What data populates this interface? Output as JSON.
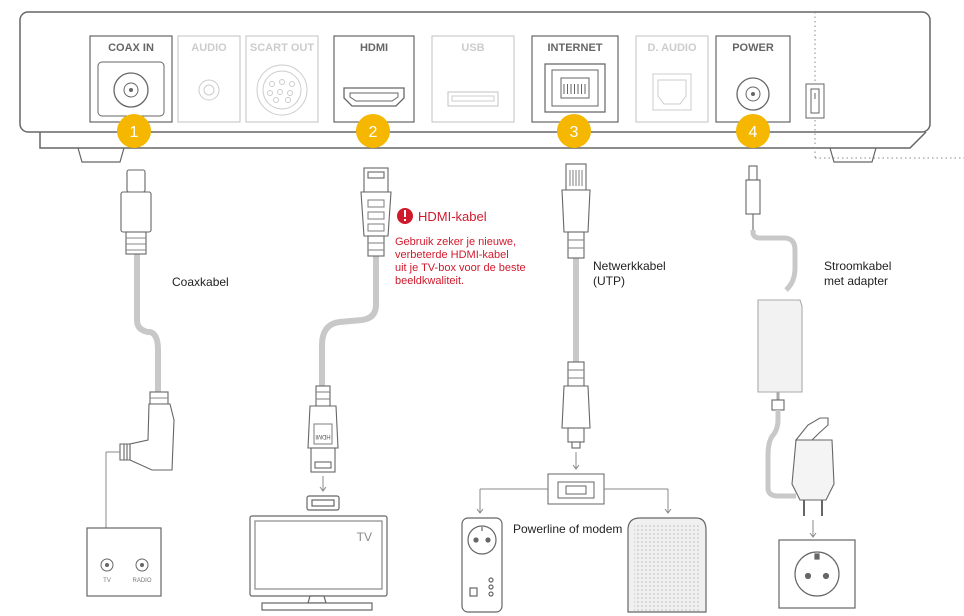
{
  "ports": [
    {
      "label": "COAX IN",
      "active": true
    },
    {
      "label": "AUDIO",
      "active": false
    },
    {
      "label": "SCART OUT",
      "active": false
    },
    {
      "label": "HDMI",
      "active": true
    },
    {
      "label": "USB",
      "active": false
    },
    {
      "label": "INTERNET",
      "active": true
    },
    {
      "label": "D. AUDIO",
      "active": false
    },
    {
      "label": "POWER",
      "active": true
    }
  ],
  "steps": [
    "1",
    "2",
    "3",
    "4"
  ],
  "cables": {
    "coax": "Coaxkabel",
    "network_line1": "Netwerkkabel",
    "network_line2": "(UTP)",
    "power_line1": "Stroomkabel",
    "power_line2": "met adapter"
  },
  "warning": {
    "title": "HDMI-kabel",
    "line1": "Gebruik zeker je nieuwe,",
    "line2": "verbeterde HDMI-kabel",
    "line3": "uit je TV-box voor de beste",
    "line4": "beeldkwaliteit."
  },
  "connector_labels": {
    "hdmi_plug": "HDMI",
    "wall_tv": "TV",
    "wall_radio": "RADIO",
    "tv_screen": "TV"
  },
  "devices": {
    "modem": "Powerline of modem"
  },
  "colors": {
    "step_badge": "#f5b700",
    "warning": "#d01a2c",
    "outline": "#666666",
    "inactive": "#cccccc",
    "cable": "#c8c8c8"
  },
  "icons": [
    "warning-icon",
    "arrow-down-icon"
  ]
}
